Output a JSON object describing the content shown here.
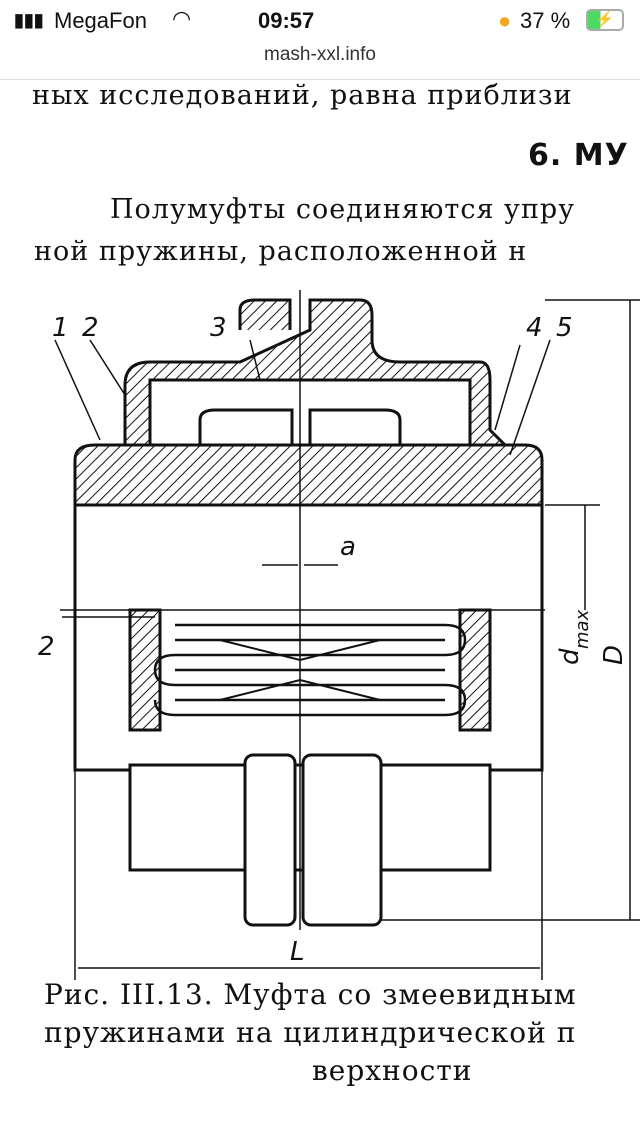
{
  "status": {
    "carrier": "MegaFon",
    "time": "09:57",
    "battery": "37 %",
    "battery_level": 37,
    "accent": "#f5a623"
  },
  "browser": {
    "url": "mash-xxl.info"
  },
  "page": {
    "line1": "ных исследований, равна приблизи",
    "heading": "6. МУ",
    "para1": "Полумуфты соединяются упру",
    "para2": "ной пружины, расположенной н",
    "figure_labels": {
      "l1": "1",
      "l2": "2",
      "l3": "3",
      "l4": "4",
      "l5": "5",
      "a": "a",
      "spring": "2",
      "dmax": "d",
      "dmax_sub": "max",
      "D": "D",
      "L": "L"
    },
    "caption1": "Рис. III.13. Муфта со змеевидным",
    "caption2": "пружинами на цилиндрической п",
    "caption3": "верхности"
  }
}
